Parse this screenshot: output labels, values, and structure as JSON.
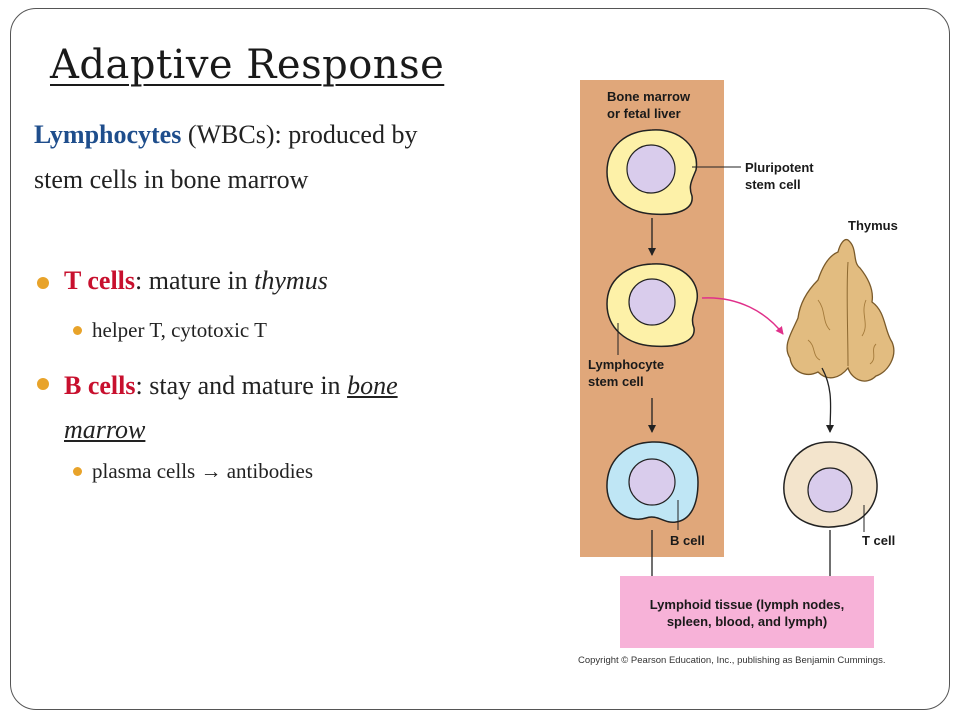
{
  "slide": {
    "title": "Adaptive Response",
    "intro": {
      "term": "Lymphocytes",
      "rest_line1": " (WBCs): produced by",
      "line2": "stem cells in bone marrow"
    },
    "bullets": [
      {
        "term": "T cells",
        "text_before_italic": ": mature in ",
        "italic": "thymus",
        "sub": "helper T, cytotoxic T"
      },
      {
        "term": "B cells",
        "text_before_italic": ": stay and mature in ",
        "italic_line1": "bone",
        "italic_line2": "marrow",
        "sub_before_arrow": "plasma cells ",
        "sub_arrow": "→",
        "sub_after_arrow": " antibodies"
      }
    ]
  },
  "diagram": {
    "bone_marrow_label_line1": "Bone marrow",
    "bone_marrow_label_line2": "or fetal liver",
    "pluripotent_label_line1": "Pluripotent",
    "pluripotent_label_line2": "stem cell",
    "thymus_label": "Thymus",
    "lymphocyte_stem_label_line1": "Lymphocyte",
    "lymphocyte_stem_label_line2": "stem cell",
    "b_cell_label": "B cell",
    "t_cell_label": "T cell",
    "lymphoid_label_line1": "Lymphoid tissue (lymph nodes,",
    "lymphoid_label_line2": "spleen, blood, and lymph)",
    "copyright": "Copyright © Pearson Education, Inc., publishing as Benjamin Cummings.",
    "colors": {
      "marrow_panel": "#e0a77a",
      "lymphoid_box": "#f7b2d8",
      "stem_cell_fill": "#fdf1a8",
      "nucleus_fill": "#d9ccec",
      "b_cell_fill": "#bfe6f5",
      "t_cell_fill": "#f3e4cc",
      "thymus_fill": "#e2bc80",
      "migration_arrow": "#e0308a"
    }
  }
}
